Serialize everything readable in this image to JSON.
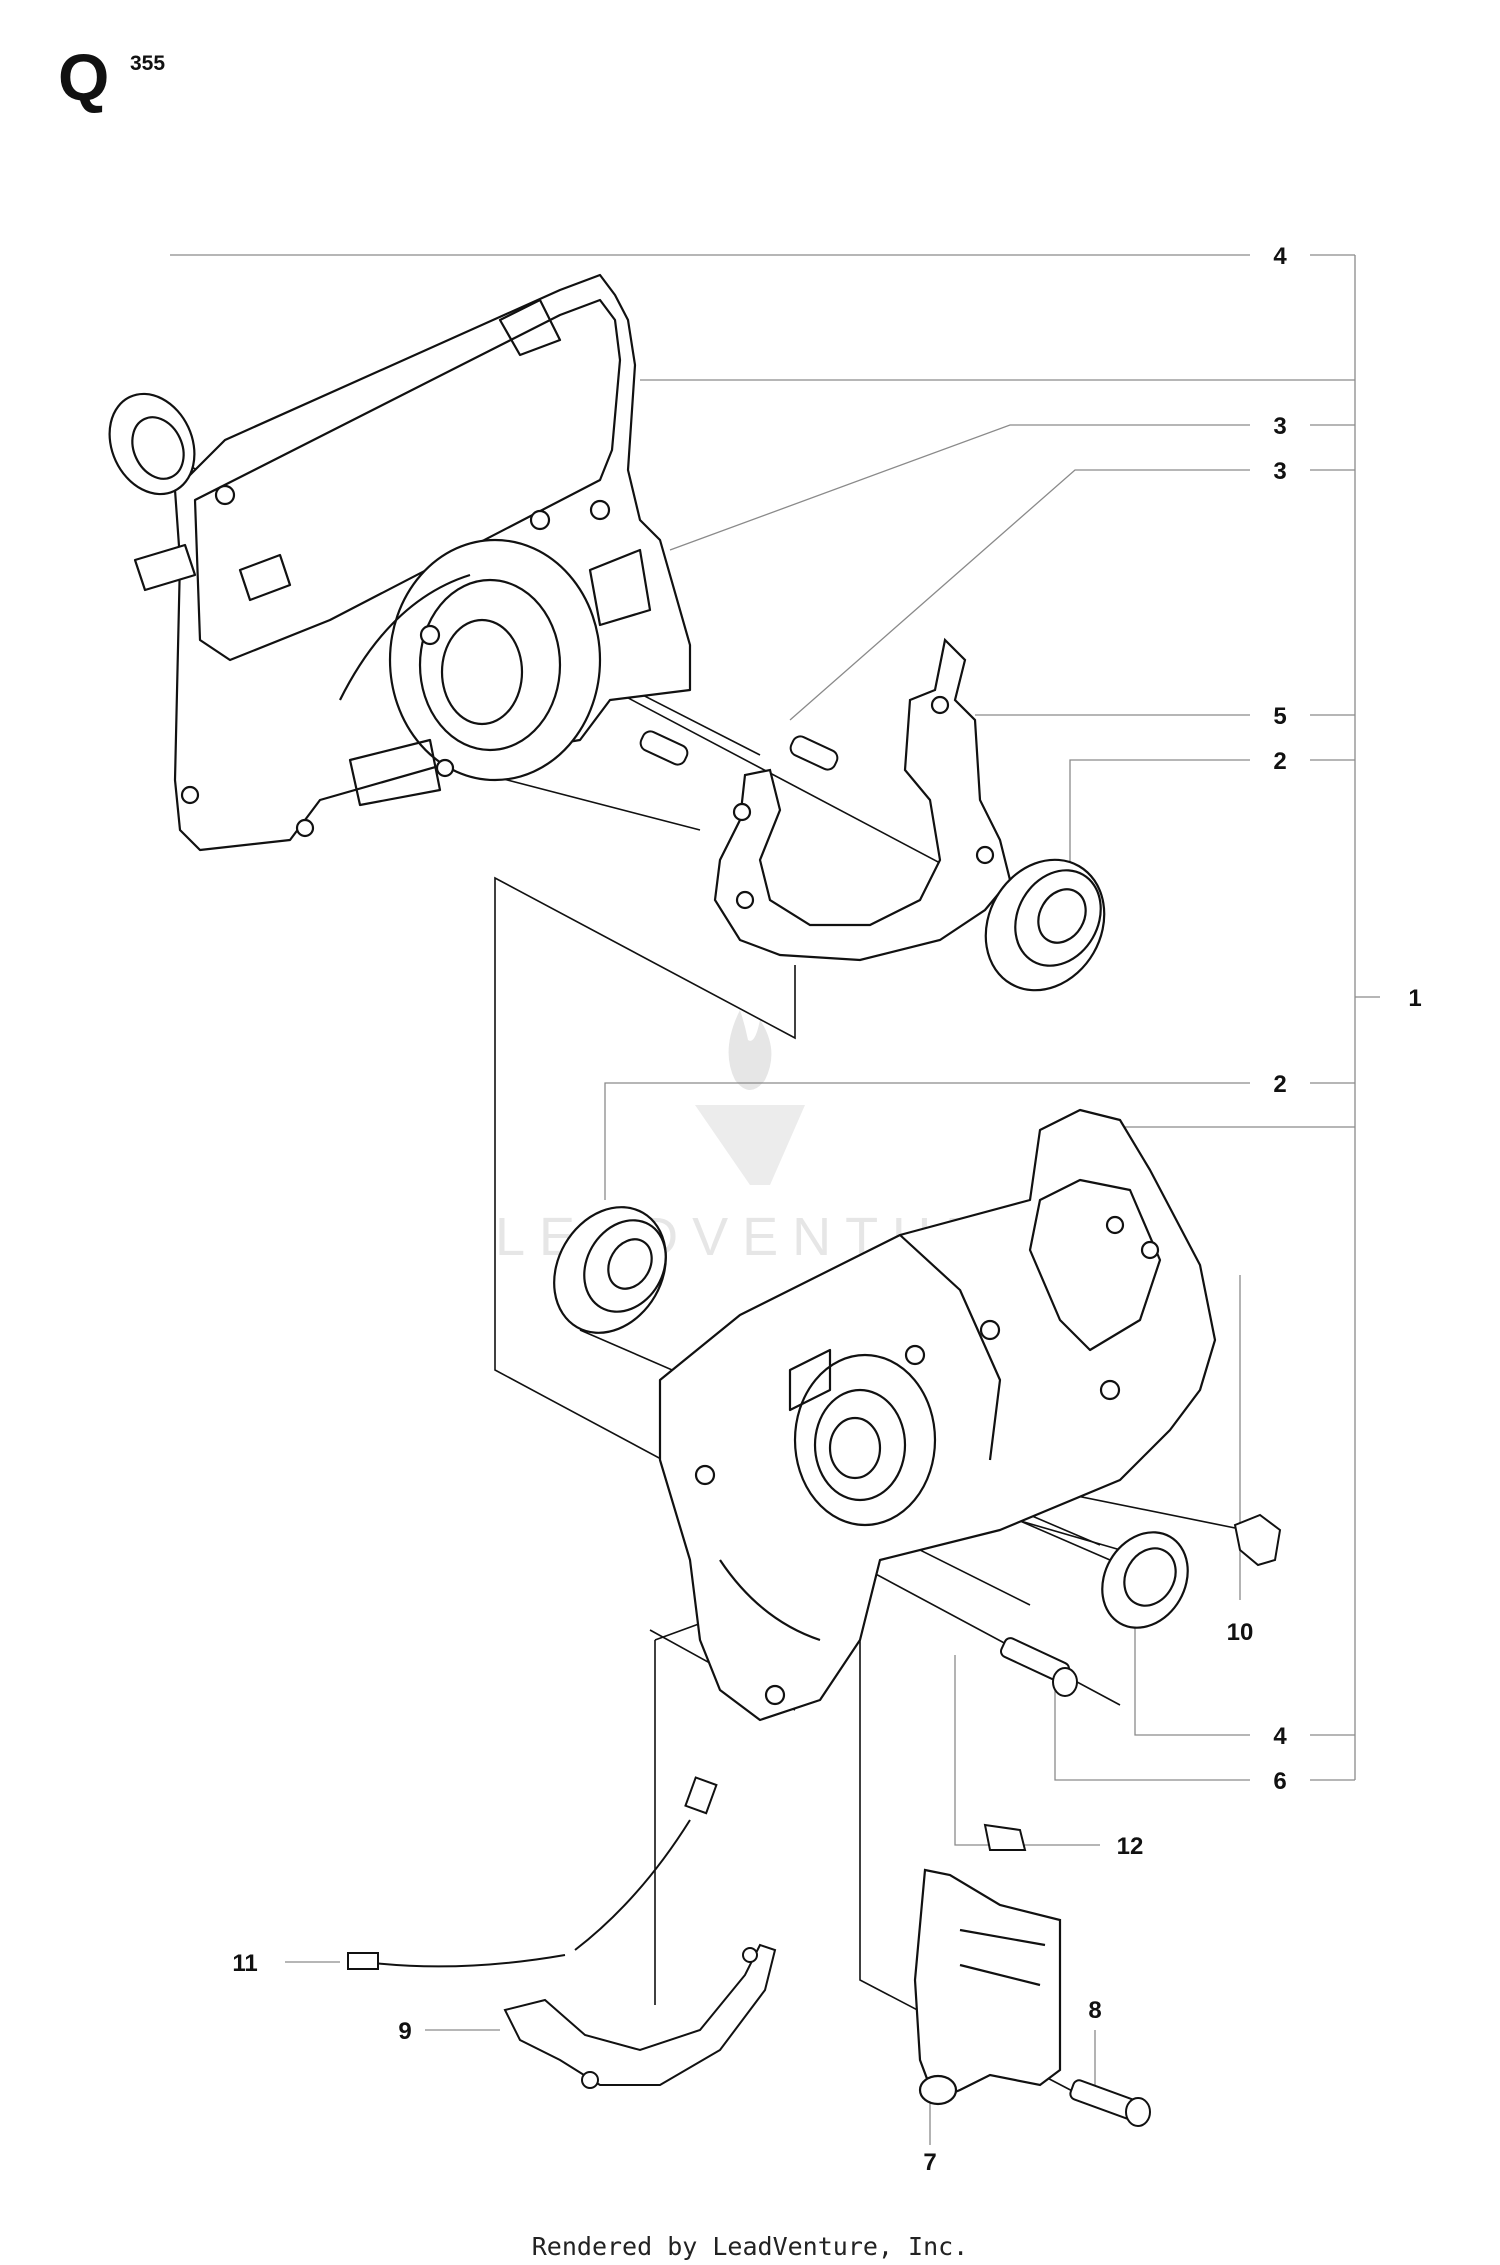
{
  "header": {
    "section_letter": "Q",
    "page_number": "355"
  },
  "watermark": {
    "brand": "LEADVENTURE"
  },
  "footer": {
    "credit": "Rendered by LeadVenture, Inc."
  },
  "callouts": [
    {
      "id": "4a",
      "label": "4"
    },
    {
      "id": "3a",
      "label": "3"
    },
    {
      "id": "3b",
      "label": "3"
    },
    {
      "id": "5",
      "label": "5"
    },
    {
      "id": "2a",
      "label": "2"
    },
    {
      "id": "1",
      "label": "1"
    },
    {
      "id": "2b",
      "label": "2"
    },
    {
      "id": "10",
      "label": "10"
    },
    {
      "id": "4b",
      "label": "4"
    },
    {
      "id": "6",
      "label": "6"
    },
    {
      "id": "12",
      "label": "12"
    },
    {
      "id": "11",
      "label": "11"
    },
    {
      "id": "9",
      "label": "9"
    },
    {
      "id": "8",
      "label": "8"
    },
    {
      "id": "7",
      "label": "7"
    }
  ],
  "colors": {
    "line": "#111111",
    "leader": "#8a8a8a",
    "watermark": "#e6e6e6"
  }
}
